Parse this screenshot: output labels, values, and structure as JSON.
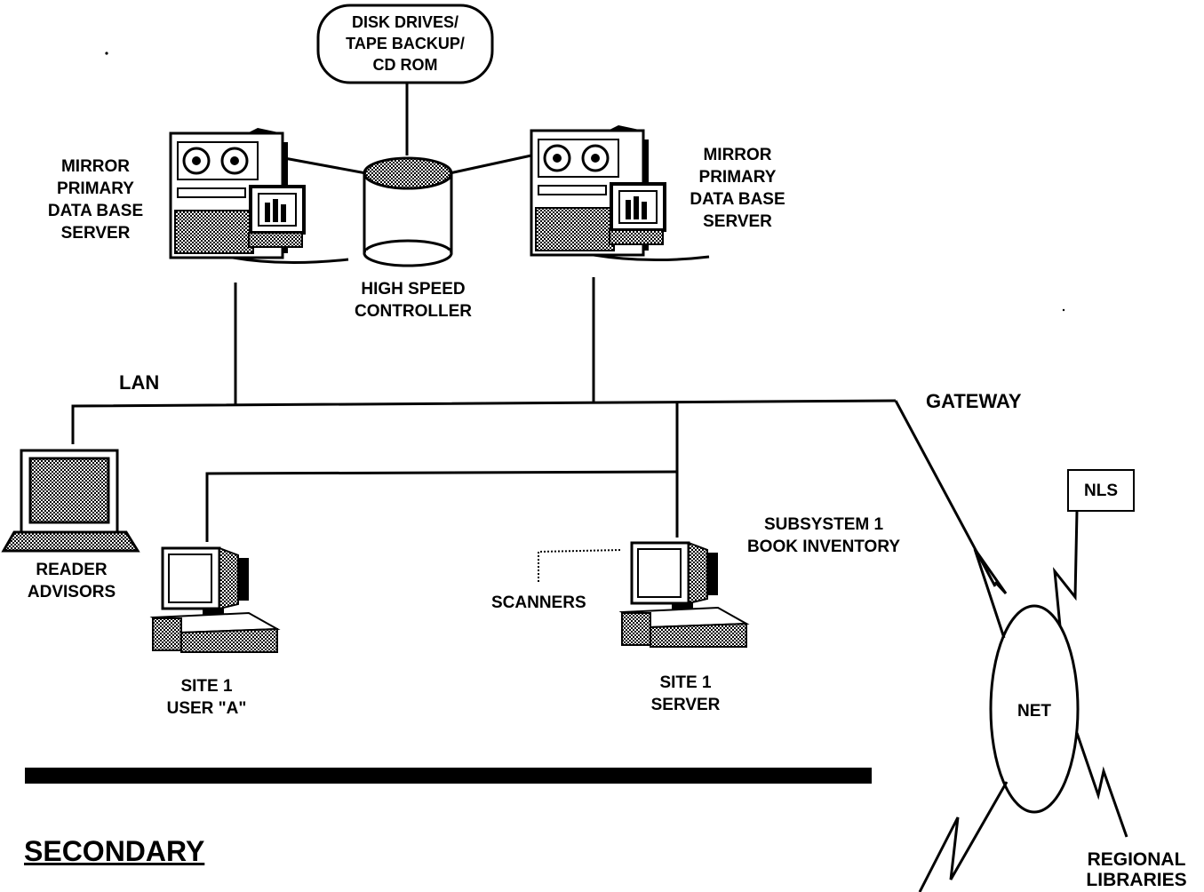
{
  "storage": {
    "lines": [
      "DISK DRIVES/",
      "TAPE BACKUP/",
      "CD ROM"
    ]
  },
  "server_left": {
    "lines": [
      "MIRROR",
      "PRIMARY",
      "DATA BASE",
      "SERVER"
    ]
  },
  "server_right": {
    "lines": [
      "MIRROR",
      "PRIMARY",
      "DATA BASE",
      "SERVER"
    ]
  },
  "controller": {
    "lines": [
      "HIGH SPEED",
      "CONTROLLER"
    ]
  },
  "lan_label": "LAN",
  "gateway_label": "GATEWAY",
  "nls_label": "NLS",
  "reader": {
    "lines": [
      "READER",
      "ADVISORS"
    ]
  },
  "subsystem": {
    "lines": [
      "SUBSYSTEM 1",
      "BOOK INVENTORY"
    ]
  },
  "scanners_label": "SCANNERS",
  "site_user": {
    "lines": [
      "SITE 1",
      "USER \"A\""
    ]
  },
  "site_server": {
    "lines": [
      "SITE 1",
      "SERVER"
    ]
  },
  "net_label": "NET",
  "regional": {
    "lines": [
      "REGIONAL",
      "LIBRARIES"
    ]
  },
  "secondary_heading": "SECONDARY"
}
